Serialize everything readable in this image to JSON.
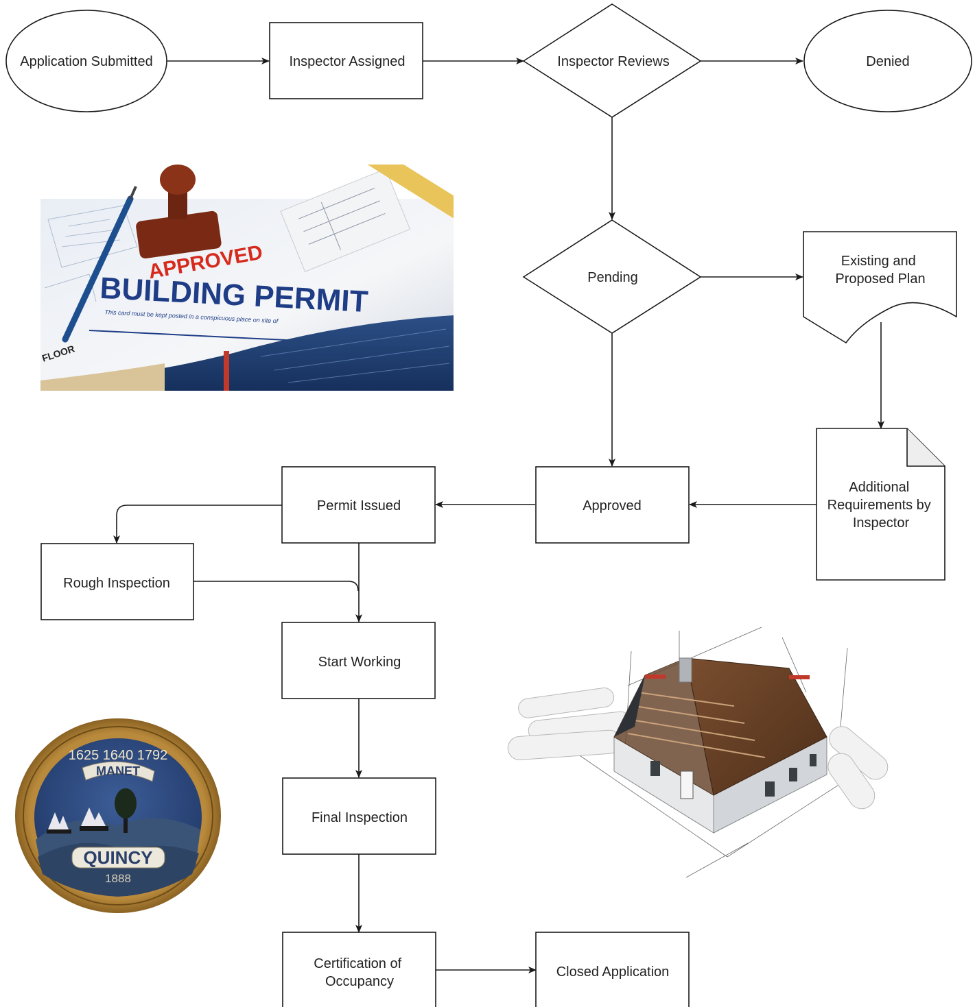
{
  "nodes": {
    "application_submitted": "Application Submitted",
    "inspector_assigned": "Inspector Assigned",
    "inspector_reviews": "Inspector Reviews",
    "denied": "Denied",
    "pending": "Pending",
    "existing_plan": [
      "Existing and",
      "Proposed Plan"
    ],
    "additional_requirements": [
      "Additional",
      "Requirements by",
      "Inspector"
    ],
    "approved": "Approved",
    "permit_issued": "Permit Issued",
    "rough_inspection": "Rough Inspection",
    "start_working": "Start Working",
    "final_inspection": "Final Inspection",
    "certification": [
      "Certification of",
      "Occupancy"
    ],
    "closed_application": "Closed Application"
  },
  "permit_photo": {
    "stamp_text": "APPROVED",
    "heading": "BUILDING PERMIT",
    "subtext": "This card must be kept posted in a conspicuous place on site of",
    "corner_label": "FLOOR"
  },
  "seal": {
    "years": "1625  1640  1792",
    "banner": "MANET",
    "name": "QUINCY",
    "founded": "1888"
  }
}
